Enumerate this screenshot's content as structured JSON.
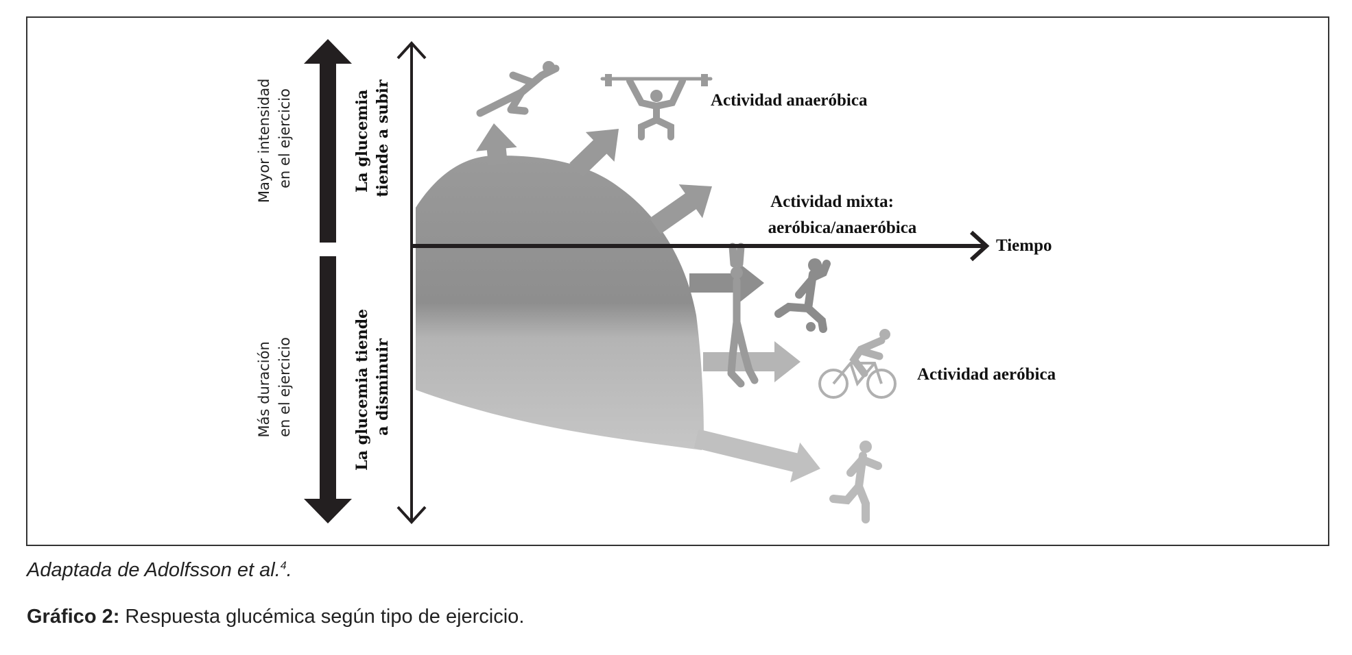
{
  "diagram": {
    "left_axis": {
      "top_label_line1": "Mayor intensidad",
      "top_label_line2": "en el ejercicio",
      "bottom_label_line1": "Más duración",
      "bottom_label_line2": "en el ejercicio"
    },
    "glucose_axis": {
      "up_line1": "La glucemia",
      "up_line2": "tiende a subir",
      "down_line1": "La glucemia tiende",
      "down_line2": "a disminuir"
    },
    "time_axis_label": "Tiempo",
    "activities": {
      "anaerobic": "Actividad anaeróbica",
      "mixed_line1": "Actividad mixta:",
      "mixed_line2": "aeróbica/anaeróbica",
      "aerobic": "Actividad aeróbica"
    },
    "colors": {
      "axis": "#231f20",
      "dome_dark": "#8c8c8c",
      "dome_light": "#c4c4c4"
    }
  },
  "caption": {
    "source_text": "Adaptada de Adolfsson et al.",
    "source_ref": "4",
    "source_end": ".",
    "figure_label": "Gráfico 2:",
    "figure_title": " Respuesta glucémica según tipo de ejercicio."
  }
}
